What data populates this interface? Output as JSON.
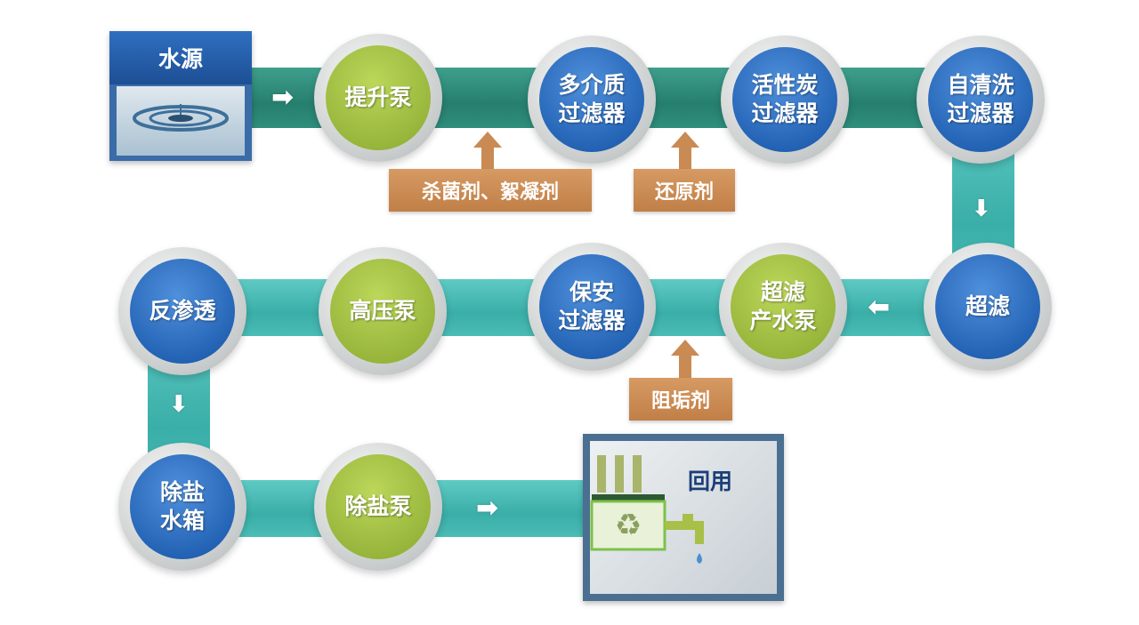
{
  "source": {
    "label": "水源"
  },
  "row1": [
    {
      "label": "提升泵",
      "color": "green"
    },
    {
      "label": "多介质\n过滤器",
      "color": "blue"
    },
    {
      "label": "活性炭\n过滤器",
      "color": "blue"
    },
    {
      "label": "自清洗\n过滤器",
      "color": "blue"
    }
  ],
  "row2": [
    {
      "label": "超滤",
      "color": "blue"
    },
    {
      "label": "超滤\n产水泵",
      "color": "green"
    },
    {
      "label": "保安\n过滤器",
      "color": "blue"
    },
    {
      "label": "高压泵",
      "color": "green"
    },
    {
      "label": "反渗透",
      "color": "blue"
    }
  ],
  "row3": [
    {
      "label": "除盐\n水箱",
      "color": "blue"
    },
    {
      "label": "除盐泵",
      "color": "green"
    }
  ],
  "chemicals": {
    "c1": "杀菌剂、絮凝剂",
    "c2": "还原剂",
    "c3": "阻垢剂"
  },
  "reuse": {
    "label": "回用"
  },
  "arrows": {
    "right": "➡",
    "down": "⬇",
    "left": "⬅"
  },
  "colors": {
    "blue": "#1f5eb0",
    "green": "#93b238",
    "orange": "#c98b53",
    "pipe_dark": "#267f6e",
    "pipe_light": "#3aaea8"
  }
}
